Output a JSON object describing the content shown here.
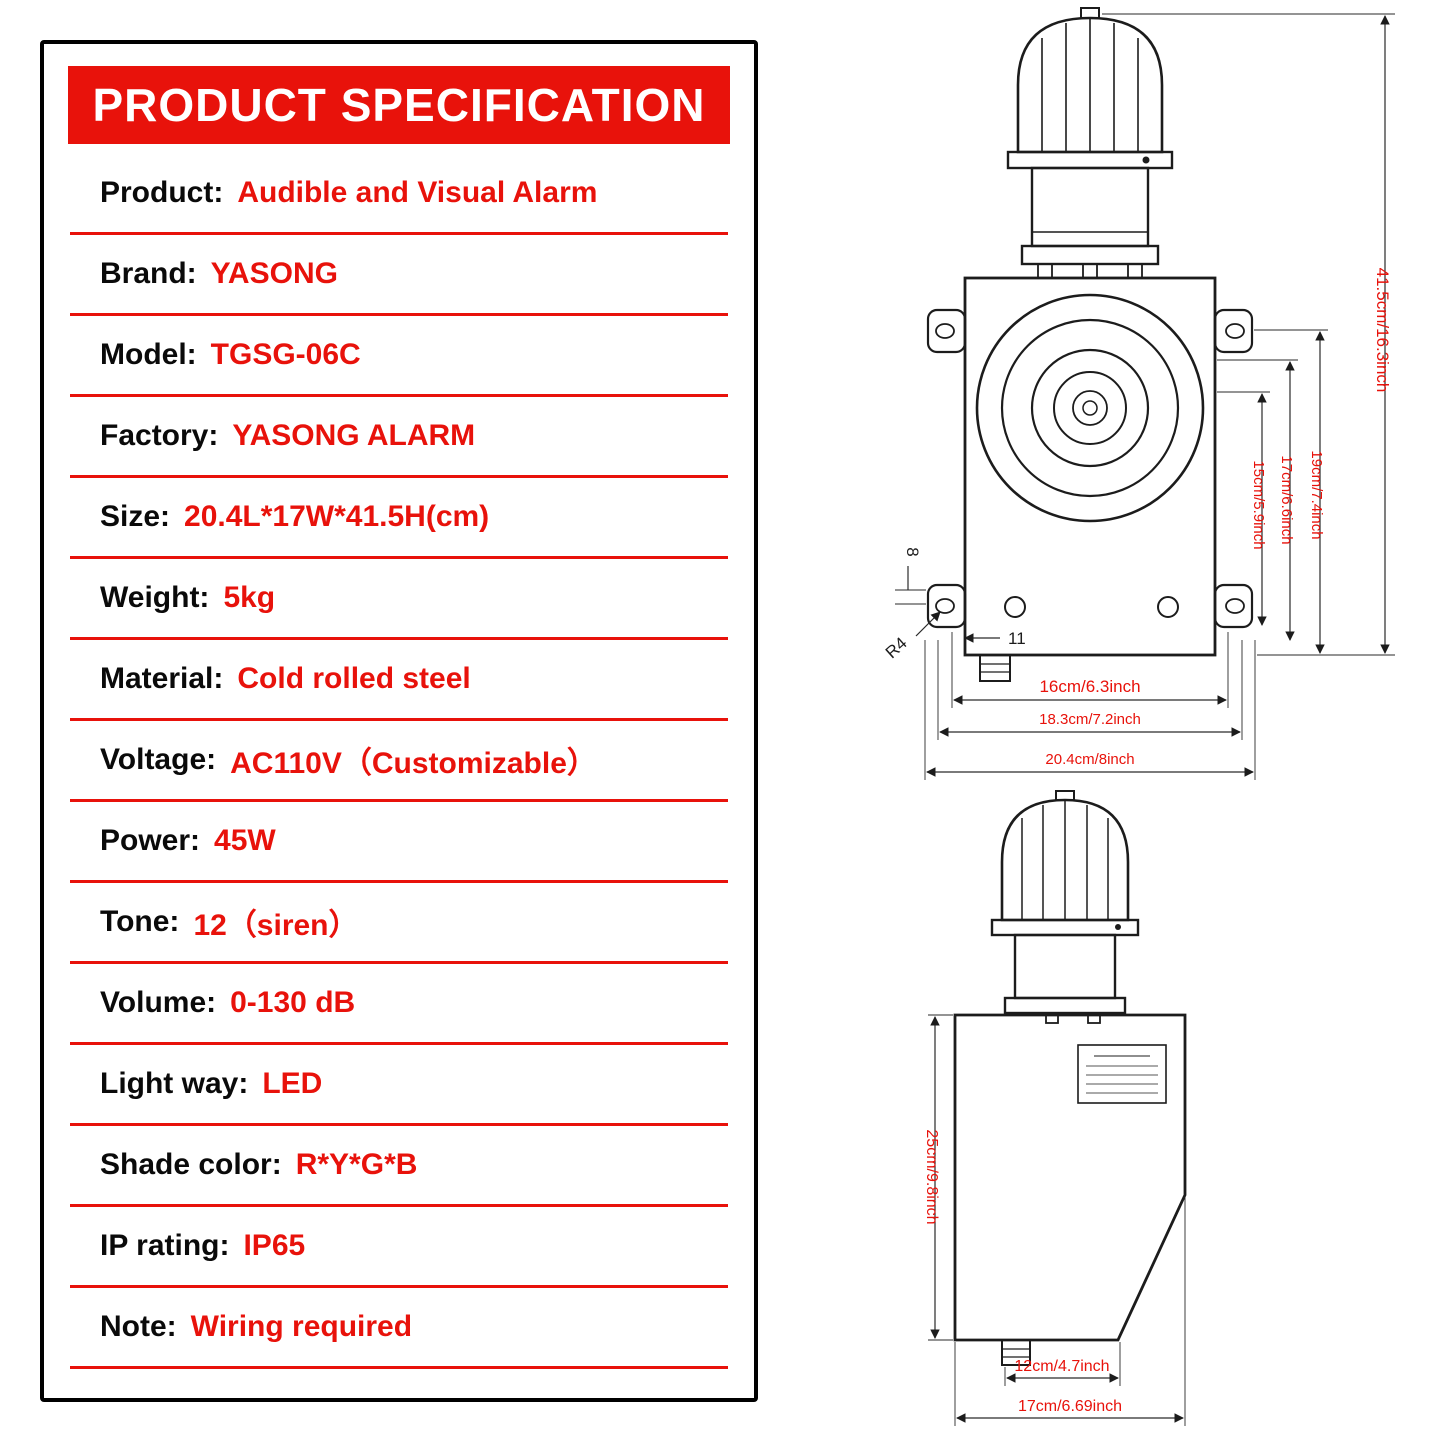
{
  "colors": {
    "accent_red": "#e8120b",
    "ink": "#1c1c1c",
    "background": "#ffffff"
  },
  "spec_panel": {
    "title": "PRODUCT SPECIFICATION",
    "rows": [
      {
        "label": "Product:",
        "value": "Audible and Visual Alarm"
      },
      {
        "label": "Brand:",
        "value": "YASONG"
      },
      {
        "label": "Model:",
        "value": "TGSG-06C"
      },
      {
        "label": "Factory:",
        "value": "YASONG ALARM"
      },
      {
        "label": "Size:",
        "value": "20.4L*17W*41.5H(cm)"
      },
      {
        "label": "Weight:",
        "value": "5kg"
      },
      {
        "label": "Material:",
        "value": "Cold rolled steel"
      },
      {
        "label": "Voltage:",
        "value": "AC110V（Customizable）"
      },
      {
        "label": "Power:",
        "value": "45W"
      },
      {
        "label": "Tone:",
        "value": "12（siren）"
      },
      {
        "label": "Volume:",
        "value": "0-130 dB"
      },
      {
        "label": "Light way:",
        "value": "LED"
      },
      {
        "label": "Shade color:",
        "value": "R*Y*G*B"
      },
      {
        "label": "IP rating:",
        "value": "IP65"
      },
      {
        "label": "Note:",
        "value": "Wiring required"
      }
    ]
  },
  "front_view": {
    "dim_total_height": "41.5cm/16.3inch",
    "dim_h19": "19cm/7.4inch",
    "dim_h17": "17cm/6.6inch",
    "dim_h15": "15cm/5.9inch",
    "dim_8": "8",
    "dim_r4": "R4",
    "dim_11": "11",
    "dim_w16": "16cm/6.3inch",
    "dim_w183": "18.3cm/7.2inch",
    "dim_w204": "20.4cm/8inch"
  },
  "side_view": {
    "dim_h25": "25cm/9.8inch",
    "dim_w12": "12cm/4.7inch",
    "dim_w17": "17cm/6.69inch"
  }
}
